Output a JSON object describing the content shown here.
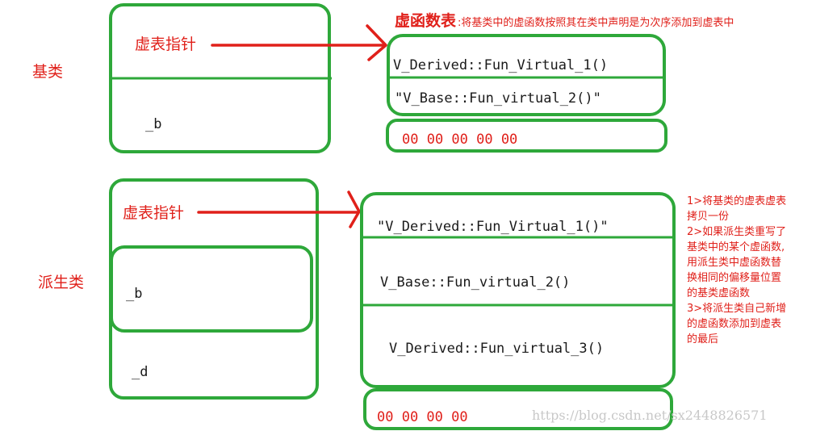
{
  "base": {
    "class_label": "基类",
    "vptr_label": "虚表指针",
    "member_b": "_b"
  },
  "vtable_note": {
    "title": "虚函数表",
    "text": ":将基类中的虚函数按照其在类中声明是为次序添加到虚表中"
  },
  "base_vtable": {
    "entries": [
      "V_Derived::Fun_Virtual_1()",
      "\"V_Base::Fun_virtual_2()\""
    ],
    "terminator": "00 00 00 00 00"
  },
  "derived": {
    "class_label": "派生类",
    "vptr_label": "虚表指针",
    "member_b": "_b",
    "member_d": "_d"
  },
  "derived_vtable": {
    "entries": [
      "\"V_Derived::Fun_Virtual_1()\"",
      "V_Base::Fun_virtual_2()",
      "V_Derived::Fun_virtual_3()"
    ],
    "terminator": "00 00 00 00"
  },
  "notes": [
    "1>将基类的虚表虚表",
    "拷贝一份",
    "2>如果派生类重写了",
    "基类中的某个虚函数,",
    "用派生类中虚函数替",
    "换相同的偏移量位置",
    "的基类虚函数",
    "3>将派生类自己新增",
    "的虚函数添加到虚表",
    "的最后"
  ],
  "watermark": "https://blog.csdn.net/sx2448826571",
  "colors": {
    "red": "#e0201a",
    "green": "#2ea83a"
  }
}
